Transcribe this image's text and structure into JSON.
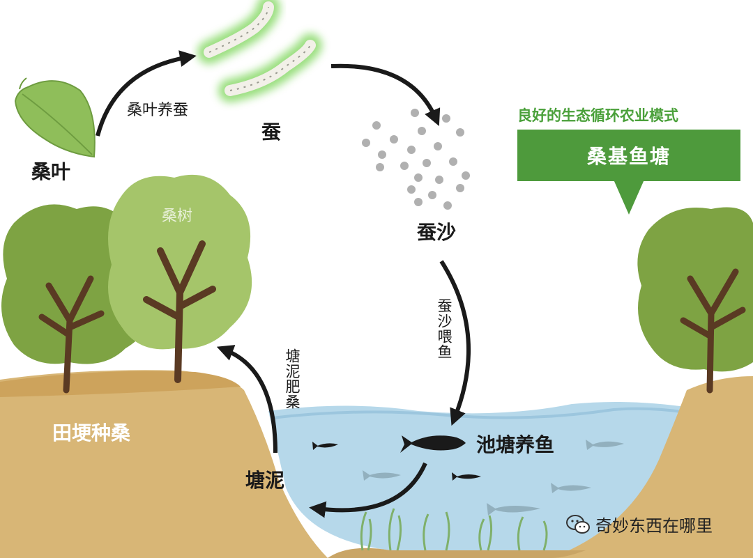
{
  "labels": {
    "mulberry_leaf": "桑叶",
    "silkworm": "蚕",
    "silkworm_droppings": "蚕沙",
    "mulberry_tree": "桑树",
    "field_mulberry": "田埂种桑",
    "pond_fish": "池塘养鱼",
    "pond_mud": "塘泥"
  },
  "arrows": {
    "leaf_to_silkworm": "桑叶养蚕",
    "droppings_to_fish": "蚕沙喂鱼",
    "mud_to_mulberry": "塘泥肥桑"
  },
  "mode": {
    "title": "良好的生态循环农业模式",
    "name": "桑基鱼塘"
  },
  "watermark": {
    "text": "奇妙东西在哪里",
    "icon": "wechat-icon"
  },
  "colors": {
    "foliage": "#7ea343",
    "foliage_light": "#a5c56a",
    "trunk": "#5a3a23",
    "soil": "#d8b676",
    "water": "#b6d8ea",
    "banner": "#4e9a3c",
    "banner_title": "#4aa03a",
    "silkworm_glow": "#6fd14a"
  }
}
